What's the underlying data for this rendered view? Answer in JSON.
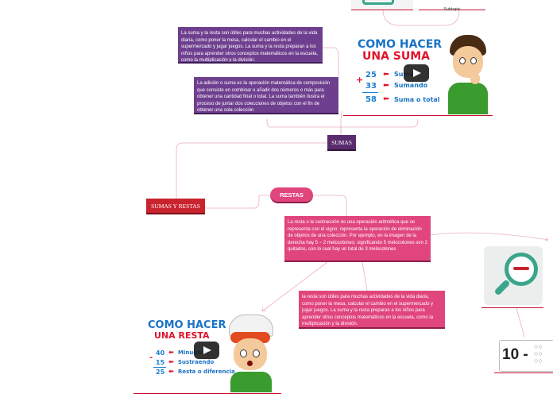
{
  "top": {
    "subtopic_label": "Subtopic"
  },
  "nodes": {
    "root": "SUMAS Y RESTAS",
    "sumas": "SUMAS",
    "restas": "RESTAS"
  },
  "notes": {
    "suma_utility": "La suma y la resta son útiles para muchas actividades de la vida diaria, como poner la mesa, calcular el cambio en el supermercado y jugar juegos. La suma y la resta preparan a los niños para aprender otros conceptos matemáticos en la escuela, como la multiplicación y la división.",
    "suma_definition": "La adición o suma es la operación matemática de composición que consiste en combinar o añadir dos números o más para obtener una cantidad final o total. La suma también ilustra el proceso de juntar dos colecciones de objetos con el fin de obtener una sola colección",
    "resta_definition": "La resta o la sustracción es una operación aritmética que se representa con el signo; representa la operación de eliminación de objetos de una colección. Por ejemplo, en la imagen de la derecha hay 5 − 2 melocotones; significando 5 melocotones son 2 quitados, con lo cual hay un total de 3 melocotones",
    "resta_utility": "la resta son útiles para muchas actividades de la vida diaria, como poner la mesa, calcular el cambio en el supermercado y jugar juegos. La suma y la resta preparan a los niños para aprender otros conceptos matemáticos en la escuela, como la multiplicación y la división."
  },
  "suma_video": {
    "title_line1": "COMO HACER",
    "title_line2": "UNA SUMA",
    "n1": "25",
    "n2": "33",
    "result": "58",
    "operator": "+",
    "label1": "Suma",
    "label2": "Sumando",
    "label3": "Suma o total"
  },
  "resta_video": {
    "title_line1": "COMO HACER",
    "title_line2": "UNA RESTA",
    "n1": "40",
    "n2": "15",
    "result": "25",
    "operator": "-",
    "label1": "Minuendo",
    "label2": "Sustraendo",
    "label3": "Resta o diferencia"
  },
  "resta_example": {
    "text": "10 -"
  },
  "colors": {
    "purple": "#6f3f8f",
    "node_purple": "#5a2c6e",
    "pink": "#e0457c",
    "red_node": "#c8232f",
    "link": "#e7a6b4"
  },
  "icons": [
    "magnifier-minus-icon",
    "play-icon"
  ]
}
